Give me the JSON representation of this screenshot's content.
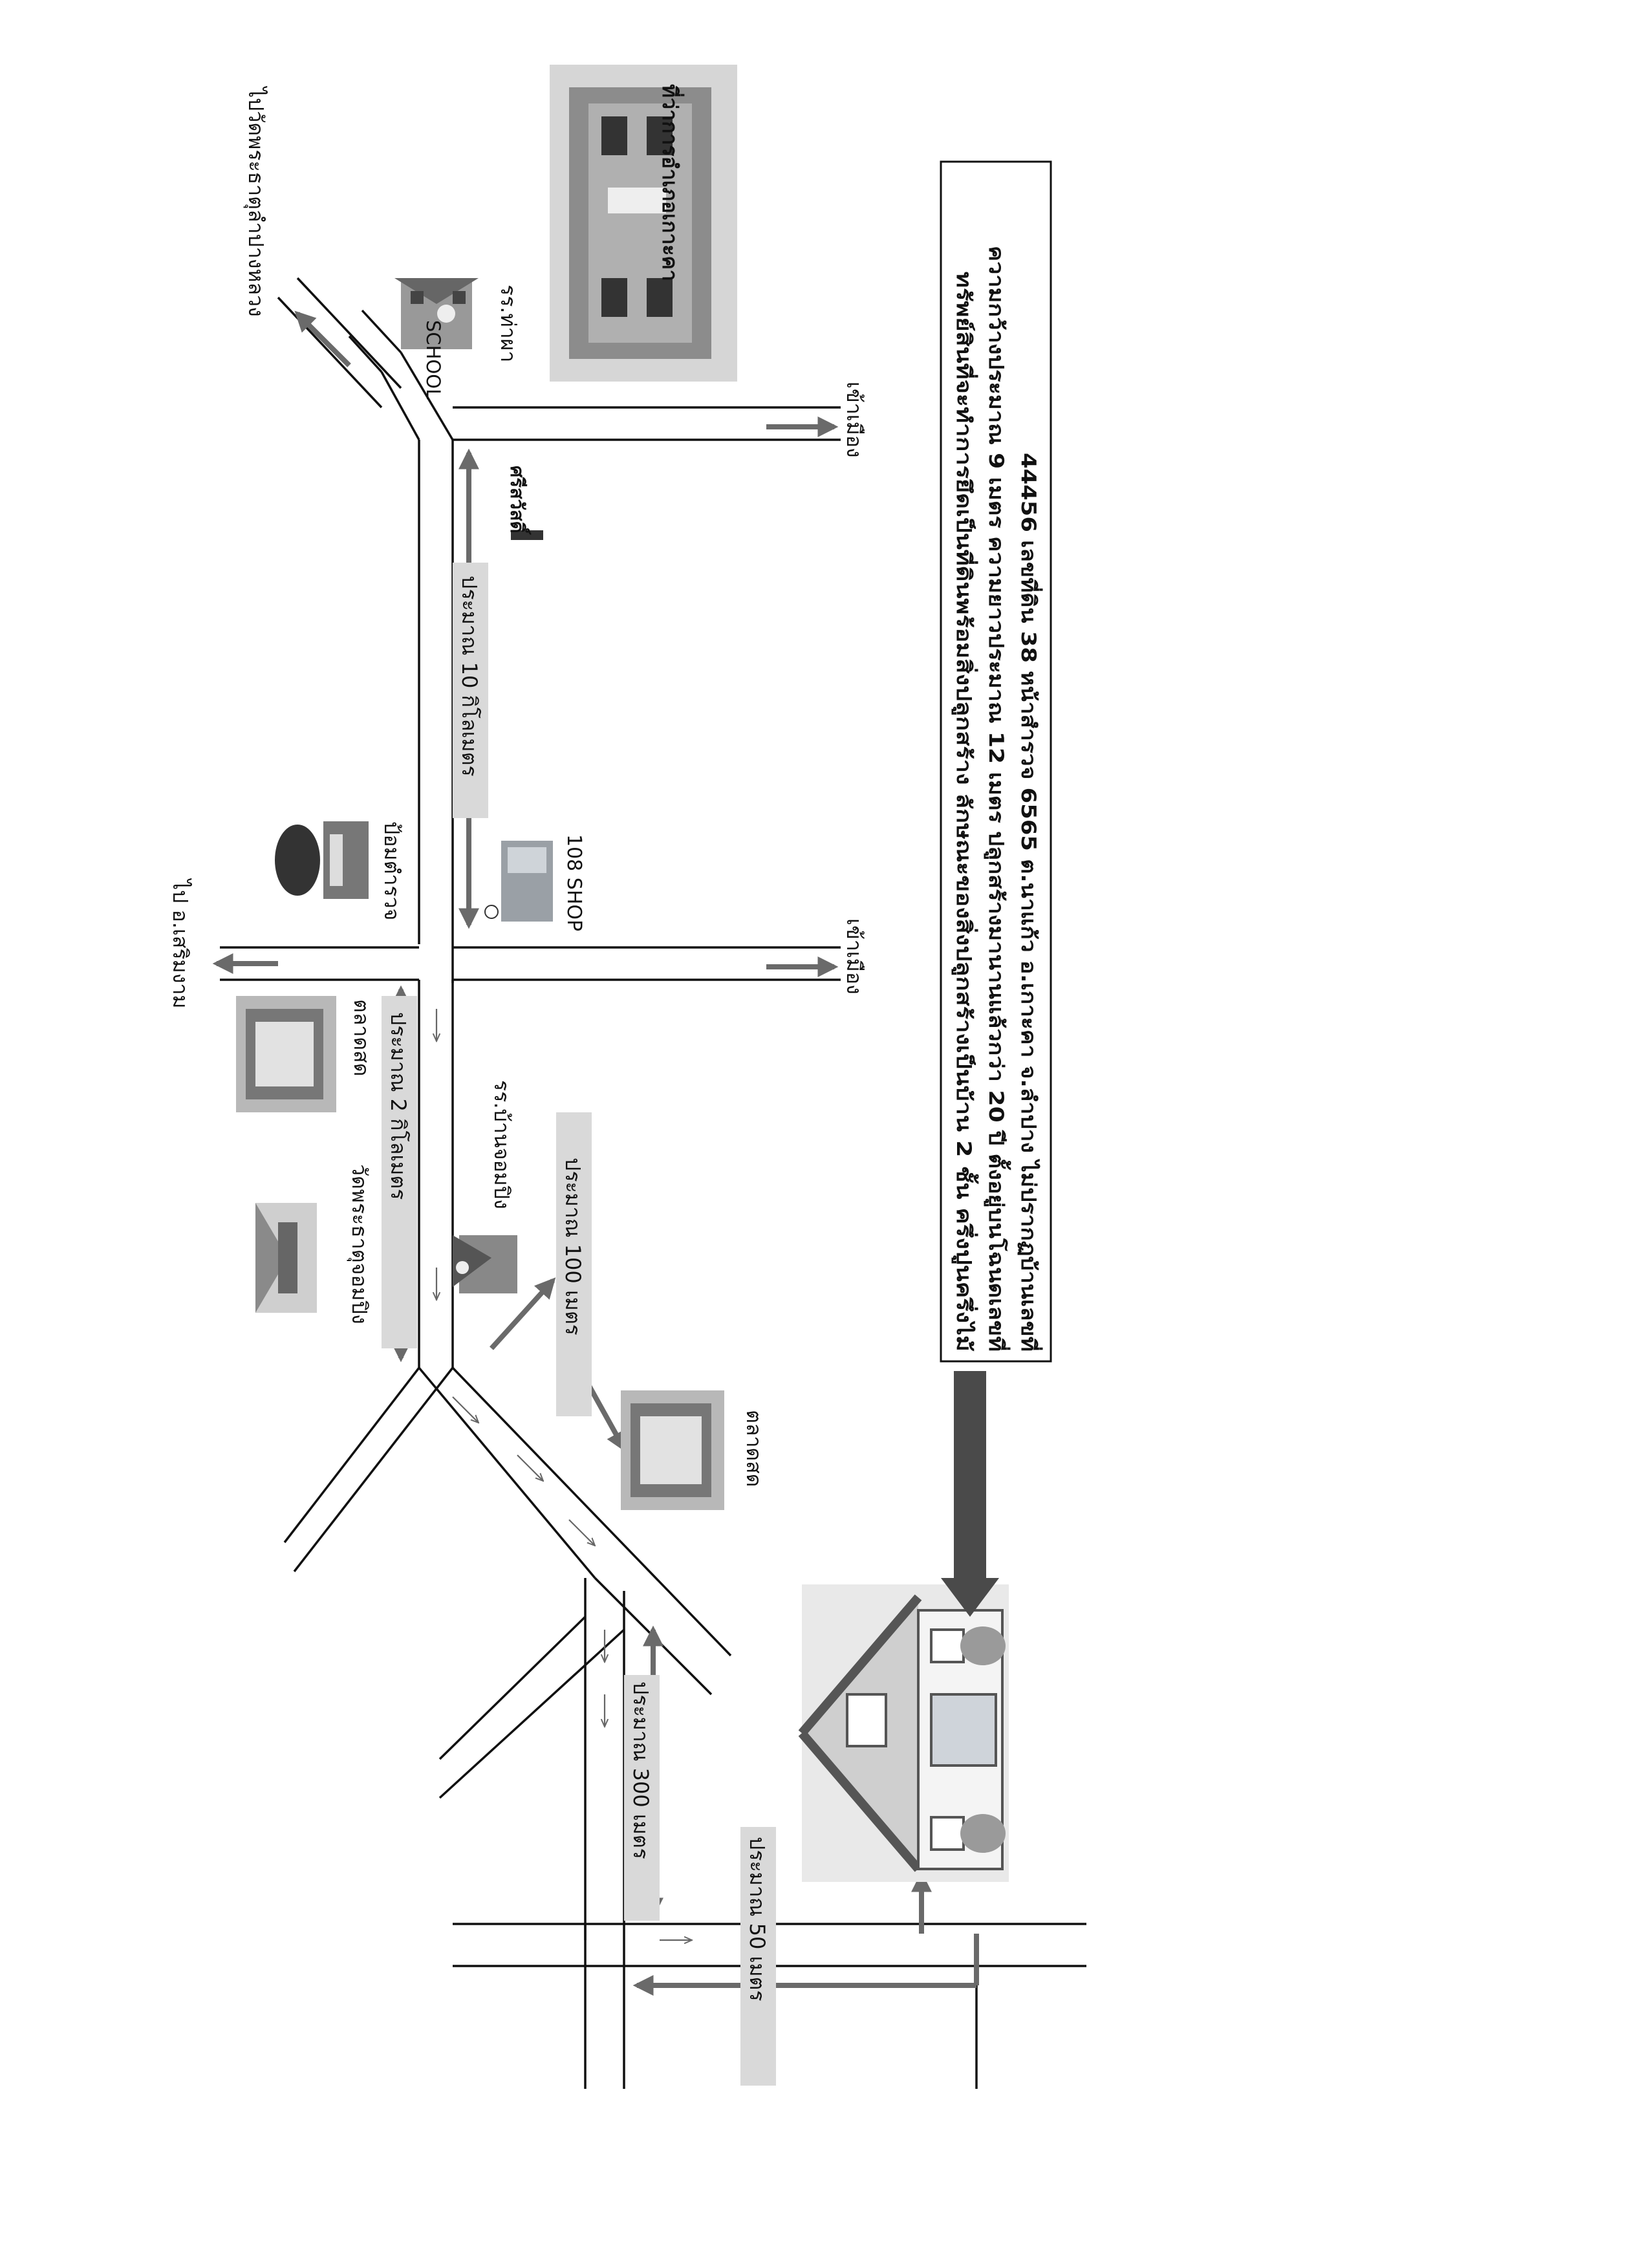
{
  "labels": {
    "to_wat": "ไปวัดพระธาตุลำปางหลวง",
    "school_thapha": "รร.ท่าผา",
    "district_office": "ที่ว่าการอำเภอเกาะคา",
    "to_city_top": "เข้าเมือง",
    "dist_10km": "ประมาณ 10 กิโลเมตร",
    "police_box": "ป้อมตำรวจ",
    "shop_108": "108 SHOP",
    "brand_sign": "ศรีสวัสดิ์",
    "to_city_mid": "เข้าเมือง",
    "to_soem_ngam": "ไป อ.เสริมงาม",
    "market_1": "ตลาดสด",
    "dist_2km": "ประมาณ 2 กิโลเมตร",
    "wat_chom_ping": "วัดพระธาตุจอมปิง",
    "school_chom_ping": "รร.บ้านจอมปิง",
    "dist_100m": "ประมาณ 100 เมตร",
    "market_2": "ตลาดสด",
    "dist_300m": "ประมาณ 300 เมตร",
    "dist_50m": "ประมาณ 50 เมตร",
    "school_sign": "SCHOOL"
  },
  "property_note": {
    "line1": "ทรัพย์สินที่จะทำการยึดเป็นที่ดินพร้อมสิ่งปลูกสร้าง ลักษณะของสิ่งปลูกสร้างเป็นบ้าน 2 ชั้น ครึ่งปูนครึ่งไม้",
    "line2": "ความกว้างประมาณ 9 เมตร ความยาวประมาณ 12 เมตร ปลูกสร้างมานานแล้วกว่า 20 ปี ตั้งอยู่บนโฉนดเลขที่",
    "line3": "44456 เลขที่ดิน 38 หน้าสำรวจ 6565 ต.นาแก้ว อ.เกาะคา จ.ลำปาง ไม่ปรากฏบ้านเลขที่"
  }
}
